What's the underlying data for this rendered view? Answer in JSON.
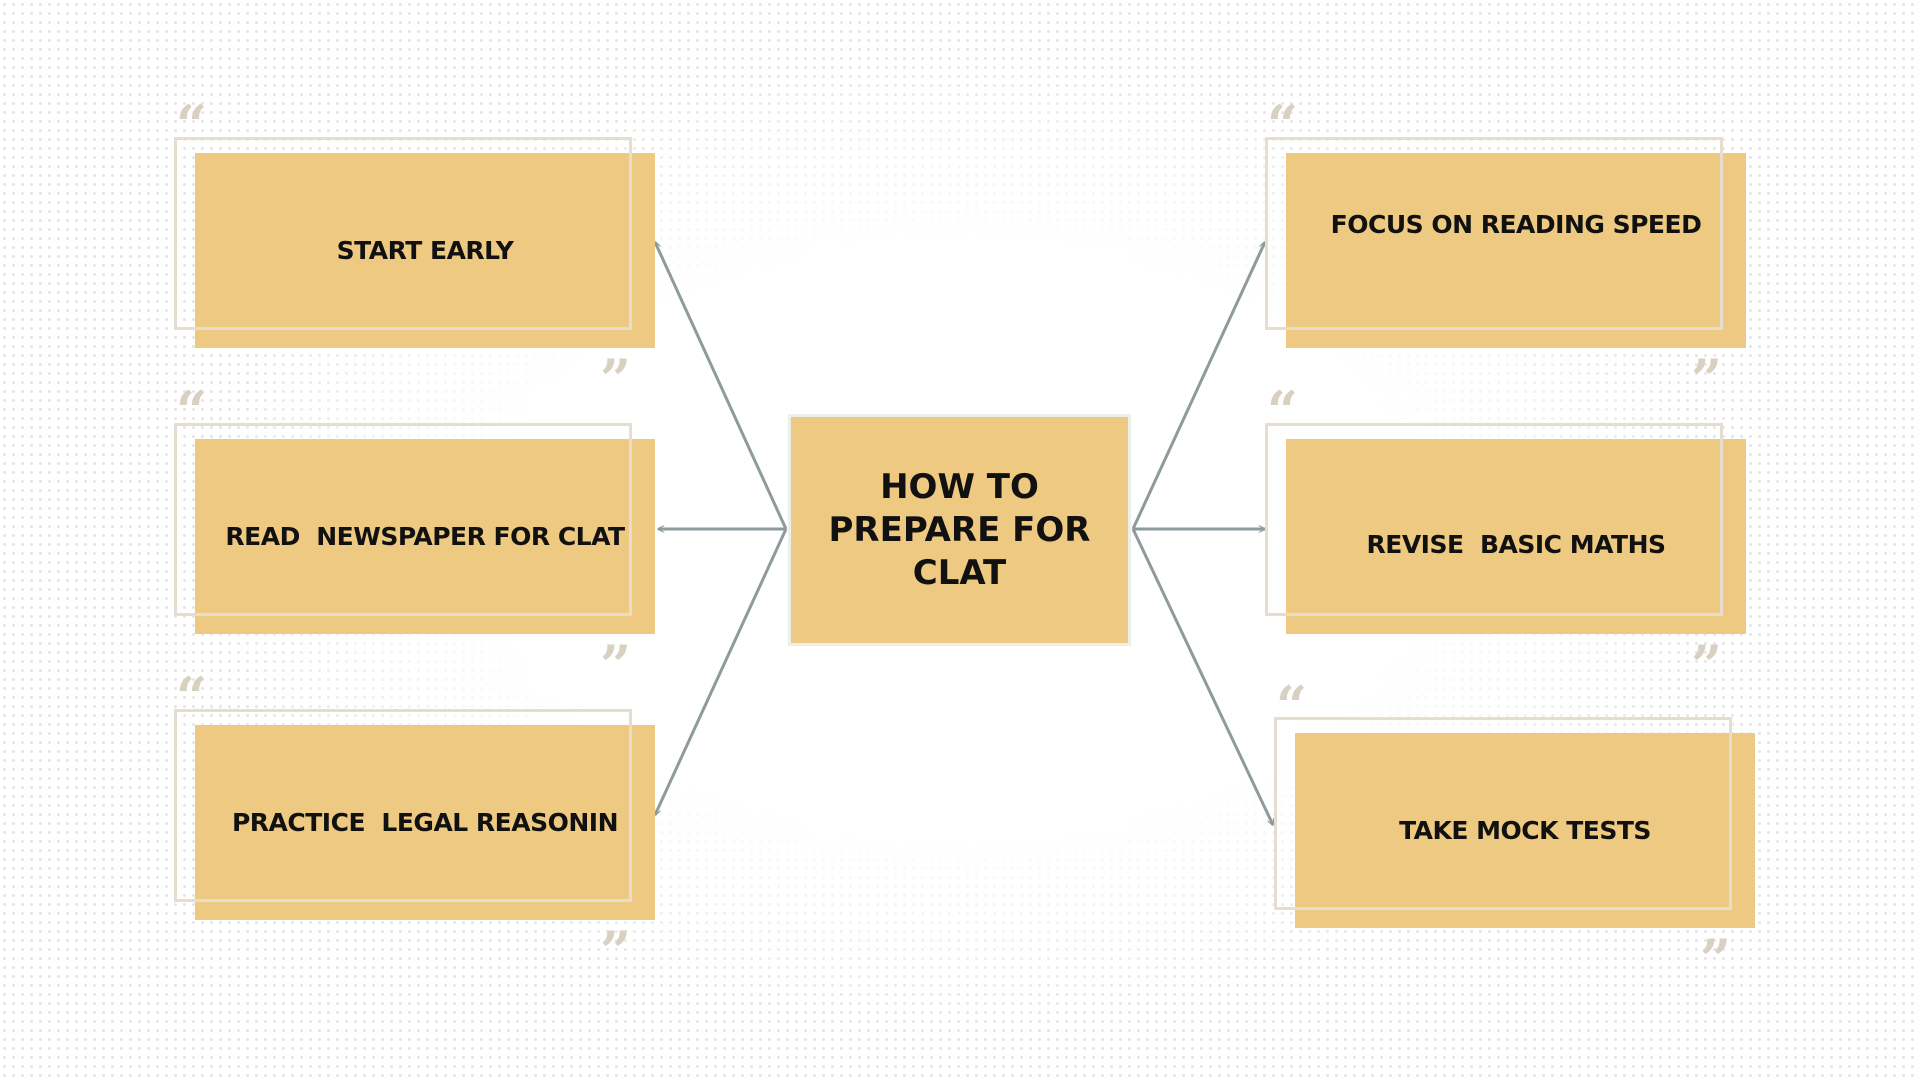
{
  "diagram": {
    "center": {
      "label": "HOW TO PREPARE FOR CLAT"
    },
    "left_items": [
      {
        "label": "START EARLY"
      },
      {
        "label": "READ  NEWSPAPER FOR CLAT"
      },
      {
        "label": "PRACTICE  LEGAL REASONIN"
      }
    ],
    "right_items": [
      {
        "label": "FOCUS ON READING SPEED"
      },
      {
        "label": "REVISE  BASIC MATHS"
      },
      {
        "label": "TAKE MOCK TESTS"
      }
    ],
    "quote_open_glyph": "“",
    "quote_close_glyph": "”"
  },
  "colors": {
    "box_fill": "#eec981",
    "frame_border": "#e6ddce",
    "quote_mark": "#d8d0c0",
    "connector": "#8e9a9c",
    "text": "#111111"
  }
}
